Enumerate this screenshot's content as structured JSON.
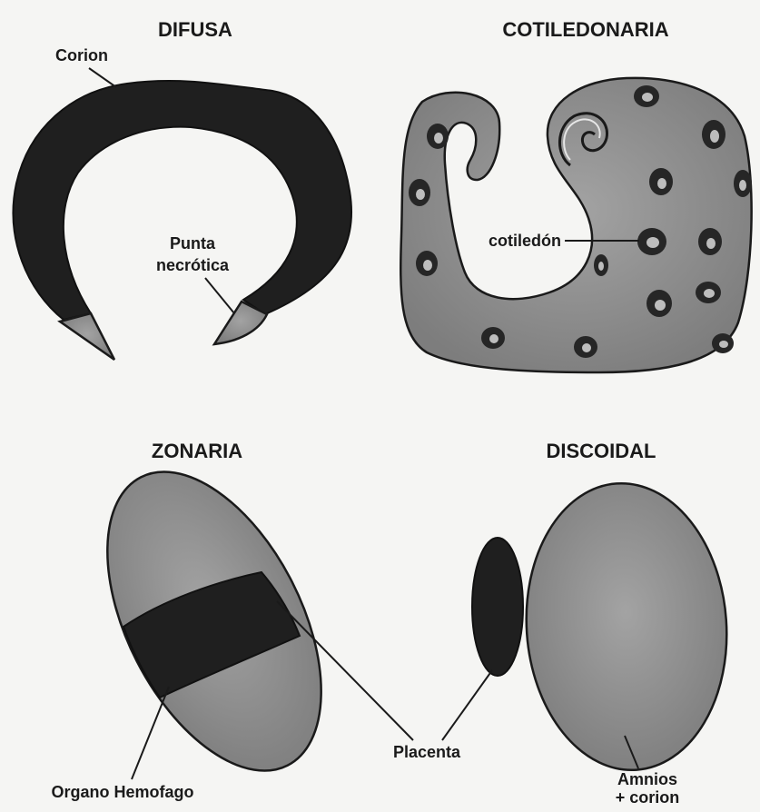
{
  "titles": {
    "difusa": "DIFUSA",
    "cotiledonaria": "COTILEDONARIA",
    "zonaria": "ZONARIA",
    "discoidal": "DISCOIDAL"
  },
  "labels": {
    "corion": "Corion",
    "punta_line1": "Punta",
    "punta_line2": "necrótica",
    "cotiledon": "cotiledón",
    "placenta": "Placenta",
    "organo_hemofago": "Organo Hemofago",
    "amnios_line1": "Amnios",
    "amnios_line2": "+ corion"
  },
  "colors": {
    "dark_tissue": "#1f1f1f",
    "grey_tissue": "#8c8c8c",
    "background": "#f5f5f3"
  }
}
